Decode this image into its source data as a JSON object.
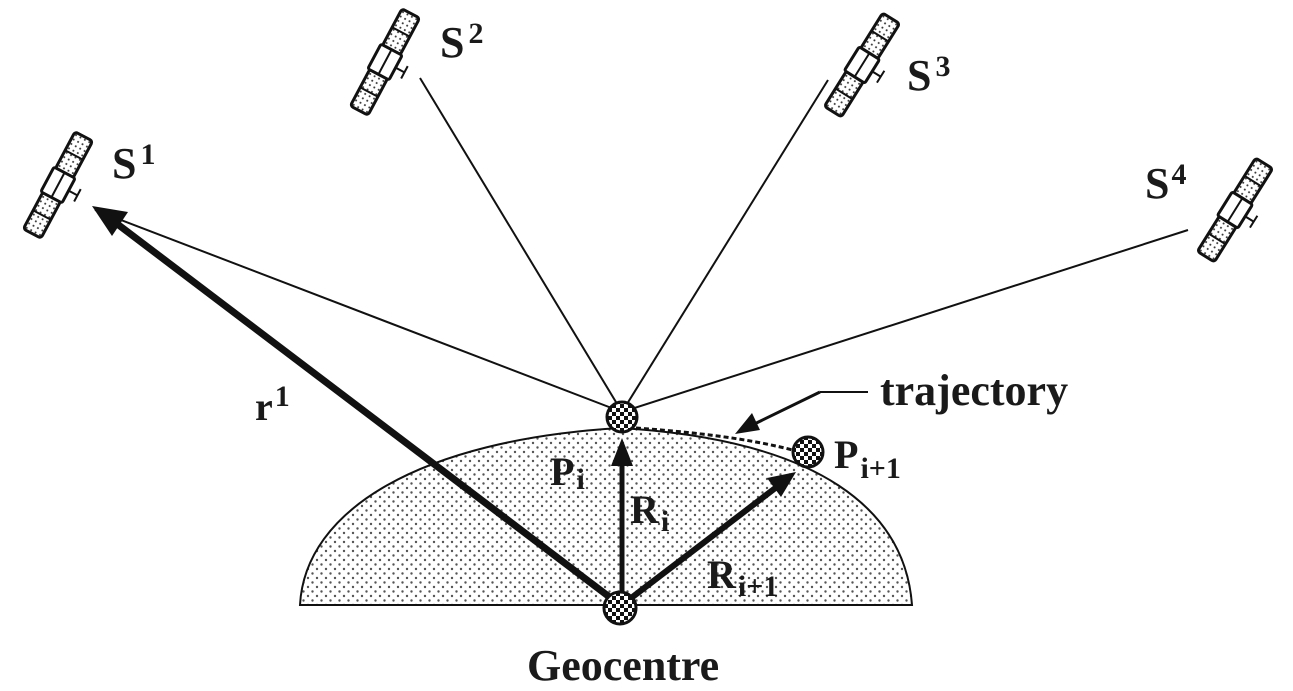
{
  "satellites": [
    {
      "id": "s1",
      "letter": "S",
      "index": "1"
    },
    {
      "id": "s2",
      "letter": "S",
      "index": "2"
    },
    {
      "id": "s3",
      "letter": "S",
      "index": "3"
    },
    {
      "id": "s4",
      "letter": "S",
      "index": "4"
    }
  ],
  "labels": {
    "range_vector": {
      "base": "r",
      "sup": "1"
    },
    "point_i": {
      "base": "P",
      "sub": "i"
    },
    "point_i1": {
      "base": "P",
      "sub": "i+1"
    },
    "radius_i": {
      "base": "R",
      "sub": "i"
    },
    "radius_i1": {
      "base": "R",
      "sub": "i+1"
    },
    "trajectory": "trajectory",
    "geocentre": "Geocentre"
  },
  "colors": {
    "ink": "#1a1a1a",
    "fill_dots": "#555555",
    "background": "#ffffff"
  }
}
